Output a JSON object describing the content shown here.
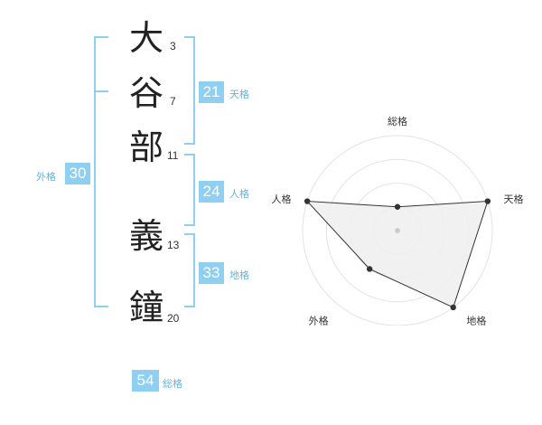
{
  "name": {
    "characters": [
      {
        "char": "大",
        "strokes": "3"
      },
      {
        "char": "谷",
        "strokes": "7"
      },
      {
        "char": "部",
        "strokes": "11"
      },
      {
        "char": "義",
        "strokes": "13"
      },
      {
        "char": "鐘",
        "strokes": "20"
      }
    ]
  },
  "fortune": {
    "tenkaku": {
      "value": "21",
      "label": "天格"
    },
    "jinkaku": {
      "value": "24",
      "label": "人格"
    },
    "chikaku": {
      "value": "33",
      "label": "地格"
    },
    "gaikaku": {
      "value": "30",
      "label": "外格"
    },
    "soukaku": {
      "value": "54",
      "label": "総格"
    }
  },
  "chart_data": {
    "type": "radar",
    "axes": [
      "総格",
      "天格",
      "地格",
      "外格",
      "人格"
    ],
    "values": [
      1,
      4,
      4,
      2,
      4
    ],
    "max": 4,
    "rings": 4,
    "colors": {
      "fill": "#eeeeee",
      "ring": "#e3e3e3",
      "line": "#333333",
      "point": "#333333",
      "center": "#cccccc"
    }
  },
  "colors": {
    "accent": "#8fcff1"
  }
}
